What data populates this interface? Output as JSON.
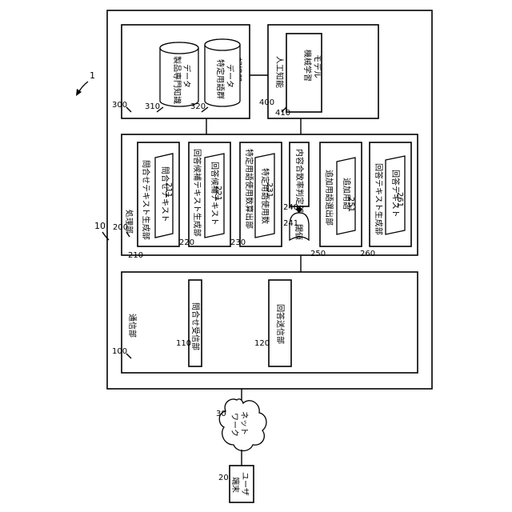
{
  "system": {
    "ref": "1",
    "server_ref": "10"
  },
  "storage": {
    "ref": "300",
    "label": "記憶部",
    "db1": {
      "ref": "310",
      "line1": "製品専門知識",
      "line2": "データ"
    },
    "db2": {
      "ref": "320",
      "line1": "特定用語群",
      "line2": "データ"
    }
  },
  "ai": {
    "ref": "400",
    "label": "人工知能",
    "model": {
      "ref": "410",
      "line1": "機械学習",
      "line2": "モデル"
    }
  },
  "processing": {
    "ref": "200",
    "label": "処理部",
    "units": [
      {
        "ref": "210",
        "title": "問合せテキスト生成部",
        "inner": "問合せテキスト",
        "inner_ref": "211"
      },
      {
        "ref": "220",
        "title": "回答候補テキスト生成部",
        "inner": "回答候補テキスト",
        "inner_ref": "221"
      },
      {
        "ref": "230",
        "title": "特定用語使用数算出部",
        "inner": "特定用語使用数",
        "inner_ref": "231"
      },
      {
        "ref": "240",
        "title": "内容合致率判定部",
        "inner_ref": "241",
        "flag": "閾値"
      },
      {
        "ref": "250",
        "title": "追加用語選出部",
        "inner": "追加用語",
        "inner_ref": "251"
      },
      {
        "ref": "260",
        "title": "回答テキスト生成部",
        "inner": "回答テキスト",
        "inner_ref": "261"
      }
    ]
  },
  "communication": {
    "ref": "100",
    "label": "通信部",
    "receiver": {
      "ref": "110",
      "label": "問合せ受信部"
    },
    "sender": {
      "ref": "120",
      "label": "回答送信部"
    }
  },
  "network": {
    "ref": "30",
    "line1": "ネット",
    "line2": "ワーク"
  },
  "terminal": {
    "ref": "20",
    "line1": "ユーザ",
    "line2": "端末"
  }
}
